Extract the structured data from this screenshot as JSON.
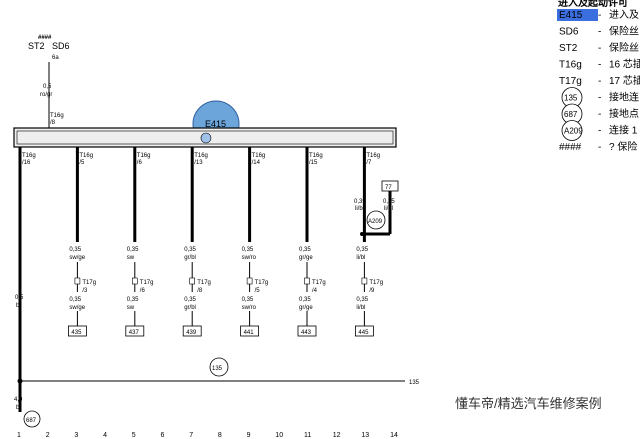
{
  "header": {
    "hash_mark": "####",
    "fuses": [
      "ST2",
      "SD6"
    ],
    "fuse_subscript": "6a",
    "fuse_wire_size": "0,5",
    "fuse_wire_color": "ro/gr"
  },
  "component": {
    "label": "E415",
    "top_pin_connector": "T16g",
    "top_pin": "/8"
  },
  "main_wires": [
    {
      "conn": "T16g",
      "pin": "/16",
      "col": "1"
    },
    {
      "conn": "T16g",
      "pin": "/5",
      "col": "3",
      "size1": "0,35",
      "color1": "sw/ge",
      "conn2": "T17g",
      "pin2": "/3",
      "size2": "0,35",
      "color2": "sw/ge",
      "ref": "435"
    },
    {
      "conn": "T16g",
      "pin": "/6",
      "col": "5",
      "size1": "0,35",
      "color1": "sw",
      "conn2": "T17g",
      "pin2": "/6",
      "size2": "0,35",
      "color2": "sw",
      "ref": "437"
    },
    {
      "conn": "T16g",
      "pin": "/13",
      "col": "7",
      "size1": "0,35",
      "color1": "gr/bl",
      "conn2": "T17g",
      "pin2": "/8",
      "size2": "0,35",
      "color2": "gr/bl",
      "ref": "439"
    },
    {
      "conn": "T16g",
      "pin": "/14",
      "col": "9",
      "size1": "0,35",
      "color1": "sw/ro",
      "conn2": "T17g",
      "pin2": "/5",
      "size2": "0,35",
      "color2": "sw/ro",
      "ref": "441"
    },
    {
      "conn": "T16g",
      "pin": "/15",
      "col": "11",
      "size1": "0,35",
      "color1": "gr/ge",
      "conn2": "T17g",
      "pin2": "/4",
      "size2": "0,35",
      "color2": "gr/ge",
      "ref": "443"
    },
    {
      "conn": "T16g",
      "pin": "/7",
      "col": "13",
      "size1": "0,35",
      "color1": "li/bl",
      "conn2": "T17g",
      "pin2": "/9",
      "size2": "0,35",
      "color2": "li/bl",
      "ref": "445"
    }
  ],
  "left_wire": {
    "size": "0,5",
    "color": "br"
  },
  "branch": {
    "upper_size_a": "0,35",
    "upper_color_a": "li/bl",
    "upper_size_b": "0,35",
    "upper_color_b": "li/bl",
    "node": "A209",
    "ref_box": "77"
  },
  "ground": {
    "bus_label": "135",
    "bus_circle": "135",
    "bottom_size": "4,0",
    "bottom_color": "br",
    "bottom_circle": "687"
  },
  "columns": [
    "1",
    "2",
    "3",
    "4",
    "5",
    "6",
    "7",
    "8",
    "9",
    "10",
    "11",
    "12",
    "13",
    "14"
  ],
  "legend": {
    "title": "进入及起动许可",
    "items": [
      {
        "code": "E415",
        "text": "进入及",
        "highlight": true
      },
      {
        "code": "SD6",
        "text": "保险丝"
      },
      {
        "code": "ST2",
        "text": "保险丝"
      },
      {
        "code": "T16g",
        "text": "16 芯插"
      },
      {
        "code": "T17g",
        "text": "17 芯插"
      },
      {
        "code": "135",
        "text": "接地连",
        "circle": true
      },
      {
        "code": "687",
        "text": "接地点",
        "circle": true
      },
      {
        "code": "A209",
        "text": "连接 1",
        "circle": true
      },
      {
        "code": "####",
        "text": "? 保险"
      }
    ],
    "dash": "-"
  },
  "watermark": "懂车帝/精选汽车维修案例",
  "colors": {
    "component_fill": "#5b9bd5",
    "highlight": "#3b6fe0",
    "connector_bar": "#eeeeee"
  }
}
